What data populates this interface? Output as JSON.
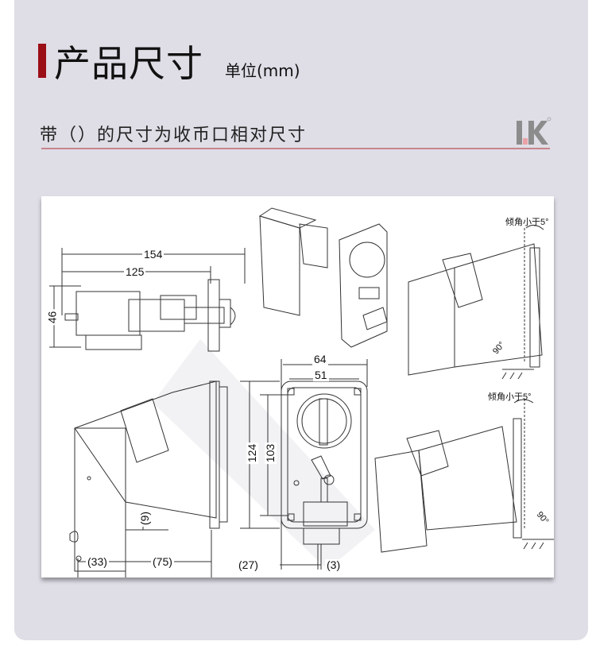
{
  "header": {
    "title": "产品尺寸",
    "unit": "单位(mm)"
  },
  "subtitle": "带（）的尺寸为收币口相对尺寸",
  "logo": {
    "text": "IK",
    "accent": "#e9a3a8"
  },
  "colors": {
    "title_bar": "#9b0f17",
    "rule": "#c7858c",
    "background": "#dfdde6"
  },
  "dimensions": {
    "overall_length": "154",
    "body_length": "125",
    "height_side": "46",
    "faceplate_width": "64",
    "hole_spacing_width": "51",
    "faceplate_height": "124",
    "hole_spacing_height": "103",
    "slot_offset_vertical": "(9)",
    "slot_offset_back": "(33)",
    "slot_offset_front": "(75)",
    "slot_offset_left": "(27)",
    "slot_width": "(3)"
  },
  "annotations": {
    "tilt_top": "倾角小于5°",
    "tilt_bottom": "倾角小于5°",
    "angle_top": "90°",
    "angle_bottom": "90°"
  }
}
